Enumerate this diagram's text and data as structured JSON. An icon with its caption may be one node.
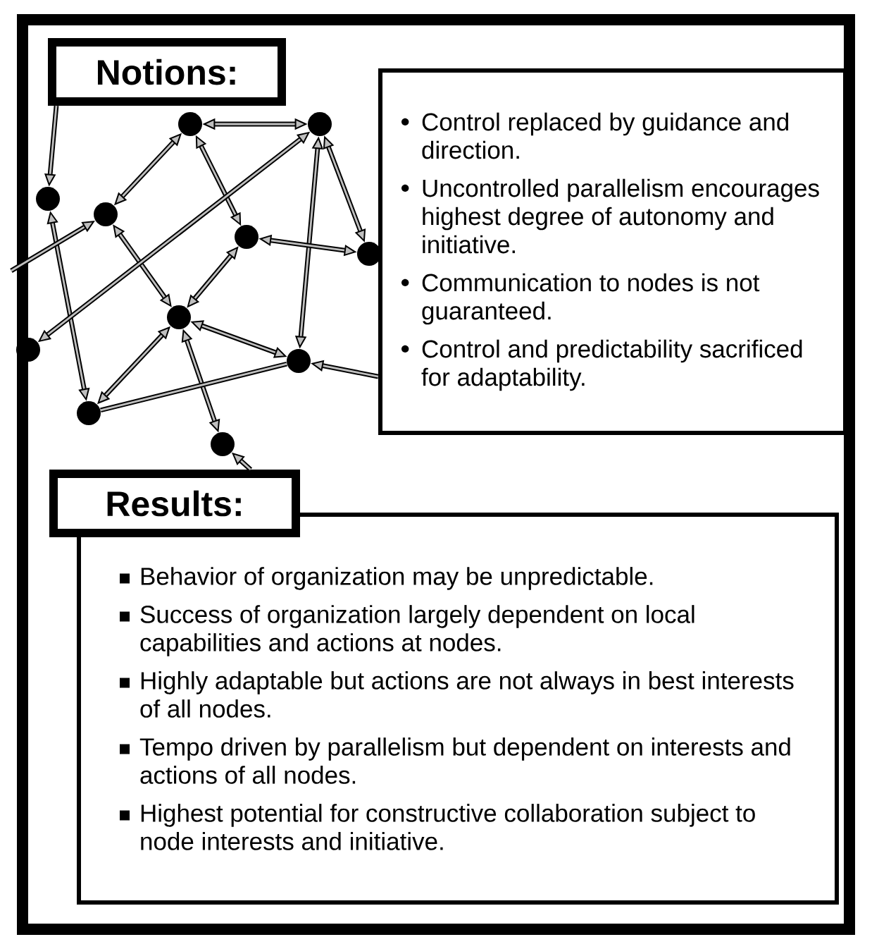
{
  "diagram": {
    "nodes": [
      {
        "text": [
          "Notions:"
        ]
      },
      {
        "text": [
          "Control replaced by guidance and direction.",
          "Uncontrolled parallelism encourages highest degree of autonomy and initiative.",
          "Communication to nodes is not guaranteed.",
          "Control and predictability sacrificed for adaptability."
        ]
      },
      {
        "text": [
          "Results:"
        ]
      },
      {
        "text": [
          "Behavior of organization may be unpredictable.",
          "Success of organization largely dependent on local capabilities and actions at nodes.",
          "Highly adaptable but actions are not always in best interests of all nodes.",
          "Tempo driven by parallelism but dependent on interests and actions of all nodes.",
          "Highest potential for constructive collaboration subject to node interests and initiative."
        ]
      },
      {
        "text": [],
        "shape": "circle"
      },
      {
        "text": [],
        "shape": "circle"
      },
      {
        "text": [],
        "shape": "circle"
      },
      {
        "text": [],
        "shape": "circle"
      },
      {
        "text": [],
        "shape": "circle"
      },
      {
        "text": [],
        "shape": "circle"
      },
      {
        "text": [],
        "shape": "circle"
      },
      {
        "text": [],
        "shape": "circle"
      },
      {
        "text": [],
        "shape": "circle"
      },
      {
        "text": [],
        "shape": "circle"
      },
      {
        "text": [],
        "shape": "circle"
      }
    ],
    "edges": [
      {
        "from": 0,
        "to": 6,
        "arrow": "to"
      },
      {
        "from": 6,
        "to": 12,
        "arrow": "both"
      },
      {
        "from": 7,
        "to": 4,
        "arrow": "both"
      },
      {
        "from": null,
        "to": 7,
        "arrow": "to"
      },
      {
        "from": 7,
        "to": 10,
        "arrow": "both"
      },
      {
        "from": 4,
        "to": 5,
        "arrow": "both"
      },
      {
        "from": 4,
        "to": 8,
        "arrow": "both"
      },
      {
        "from": 5,
        "to": 14,
        "arrow": "both"
      },
      {
        "from": 5,
        "to": 11,
        "arrow": "both"
      },
      {
        "from": 5,
        "to": 9,
        "arrow": "both"
      },
      {
        "from": 8,
        "to": 9,
        "arrow": "both"
      },
      {
        "from": 8,
        "to": 10,
        "arrow": "both"
      },
      {
        "from": 10,
        "to": 11,
        "arrow": "both"
      },
      {
        "from": 10,
        "to": 12,
        "arrow": "both"
      },
      {
        "from": 10,
        "to": 13,
        "arrow": "both"
      },
      {
        "from": 12,
        "to": 11,
        "arrow": "none"
      },
      {
        "from": 1,
        "to": 11,
        "arrow": "to"
      },
      {
        "from": 2,
        "to": 13,
        "arrow": "to"
      }
    ]
  }
}
